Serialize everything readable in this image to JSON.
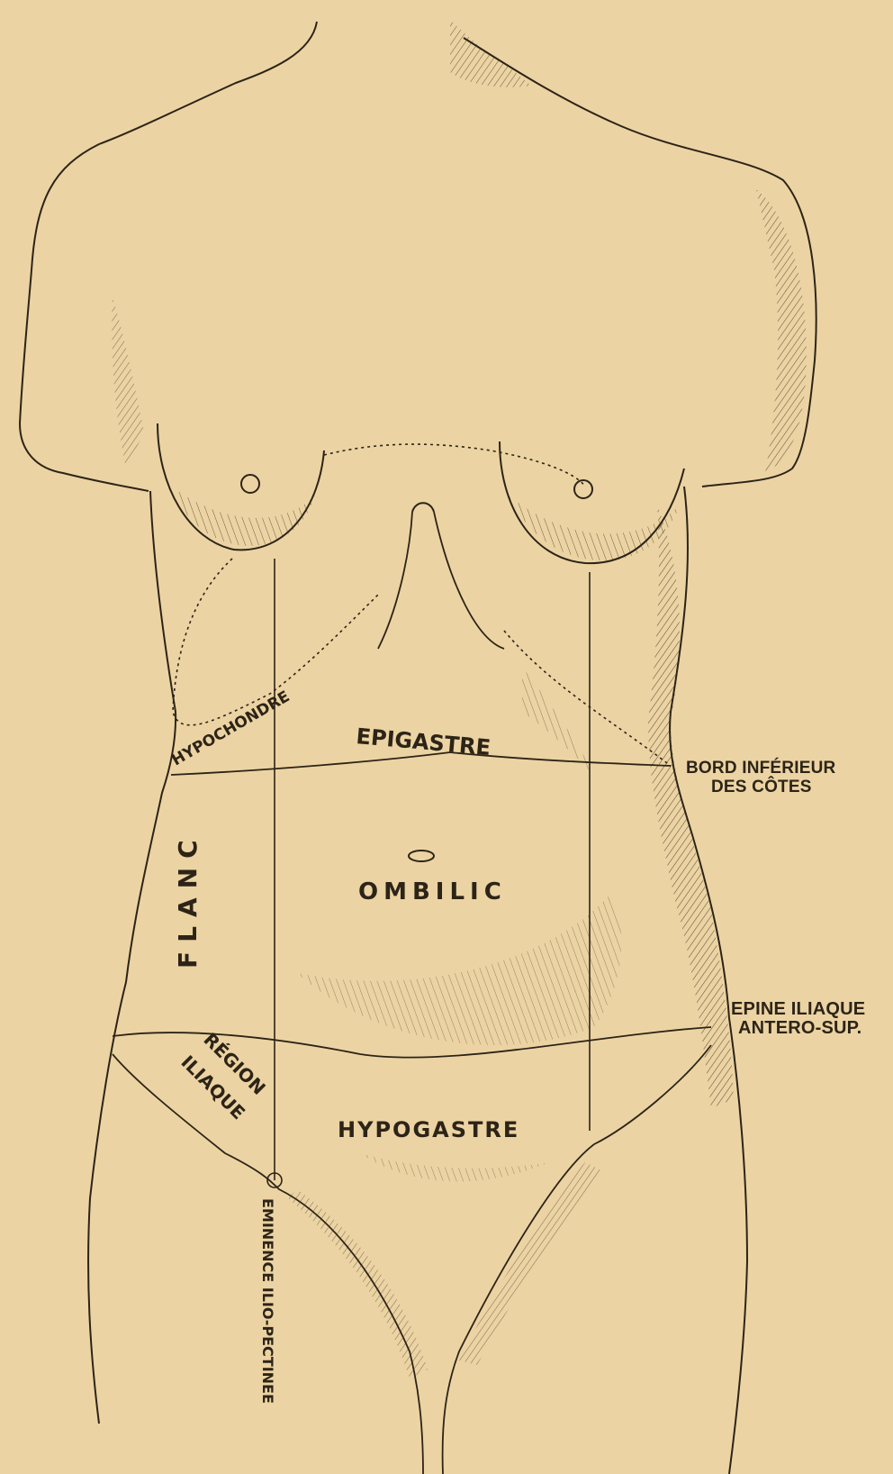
{
  "figure": {
    "regions": {
      "hypochondre": "HYPOCHONDRE",
      "epigastre": "EPIGASTRE",
      "ombilic": "OMBILIC",
      "flanc": "FLANC",
      "region": "RÉGION",
      "iliaque": "ILIAQUE",
      "hypogastre": "HYPOGASTRE"
    },
    "landmarks": {
      "bord_line1": "BORD INFÉRIEUR",
      "bord_line2": "DES CÔTES",
      "epine_line1": "EPINE ILIAQUE",
      "epine_line2": "ANTERO-SUP.",
      "eminence": "EMINENCE ILIO-PECTINEE"
    }
  },
  "colors": {
    "paper": "#ecd3a3",
    "ink": "#2c2417"
  }
}
